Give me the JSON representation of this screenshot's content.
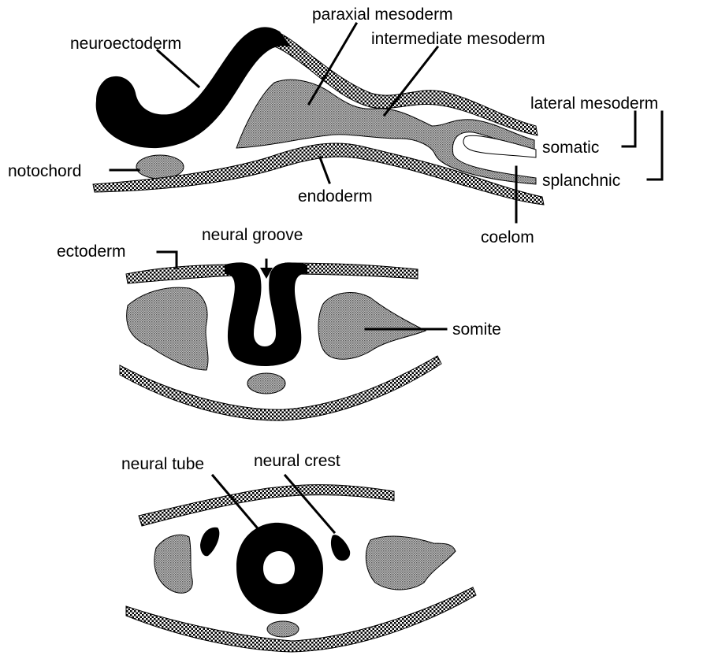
{
  "colors": {
    "neural_tissue": "#000000",
    "mesoderm_fill": "#9a9a9a",
    "ectoderm_endoderm_stipple": "#000000",
    "background": "#ffffff"
  },
  "panels": [
    {
      "id": "panel-1",
      "labels": {
        "neuroectoderm": "neuroectoderm",
        "paraxial_mesoderm": "paraxial mesoderm",
        "intermediate_mesoderm": "intermediate mesoderm",
        "lateral_mesoderm": "lateral mesoderm",
        "somatic": "somatic",
        "splanchnic": "splanchnic",
        "notochord": "notochord",
        "endoderm": "endoderm",
        "coelom": "coelom"
      }
    },
    {
      "id": "panel-2",
      "labels": {
        "neural_groove": "neural groove",
        "ectoderm": "ectoderm",
        "somite": "somite"
      }
    },
    {
      "id": "panel-3",
      "labels": {
        "neural_tube": "neural tube",
        "neural_crest": "neural crest"
      }
    }
  ]
}
